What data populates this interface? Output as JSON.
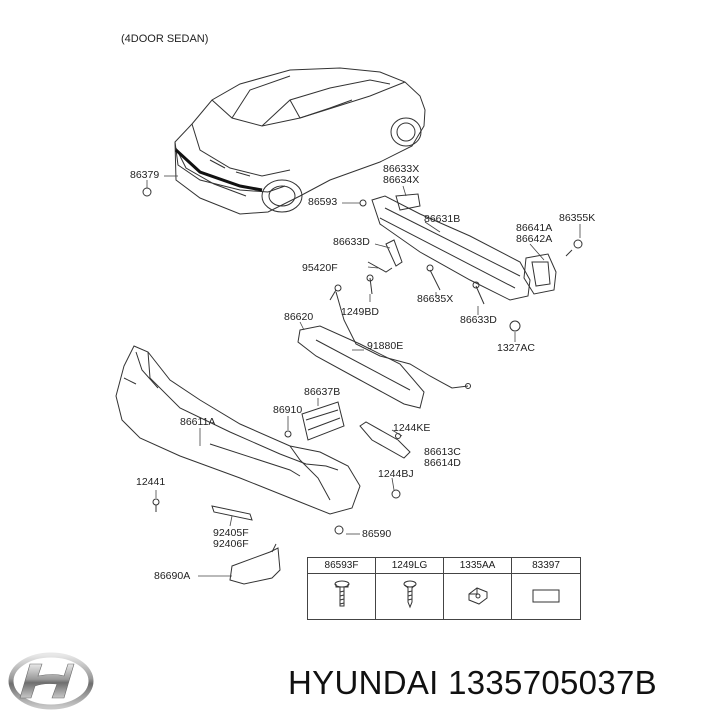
{
  "header": {
    "variant_label": "(4DOOR SEDAN)"
  },
  "parts": {
    "p86379": "86379",
    "p86633x": "86633X",
    "p86634x": "86634X",
    "p86593": "86593",
    "p86631b": "86631B",
    "p86641a": "86641A",
    "p86642a": "86642A",
    "p86355k": "86355K",
    "p86633d_a": "86633D",
    "p95420f": "95420F",
    "p1249bd": "1249BD",
    "p86635x": "86635X",
    "p86633d_b": "86633D",
    "p86620": "86620",
    "p91880e": "91880E",
    "p1327ac": "1327AC",
    "p86637b": "86637B",
    "p86611a": "86611A",
    "p86910": "86910",
    "p1244ke": "1244KE",
    "p86613c": "86613C",
    "p86614d": "86614D",
    "p12441": "12441",
    "p1244bj": "1244BJ",
    "p92405f": "92405F",
    "p92406f": "92406F",
    "p86590": "86590",
    "p86690a": "86690A"
  },
  "legend": {
    "columns": [
      "86593F",
      "1249LG",
      "1335AA",
      "83397"
    ]
  },
  "brand": {
    "name": "HYUNDAI",
    "part_number": "1335705037B",
    "logo_icon": "hyundai-logo-icon"
  }
}
